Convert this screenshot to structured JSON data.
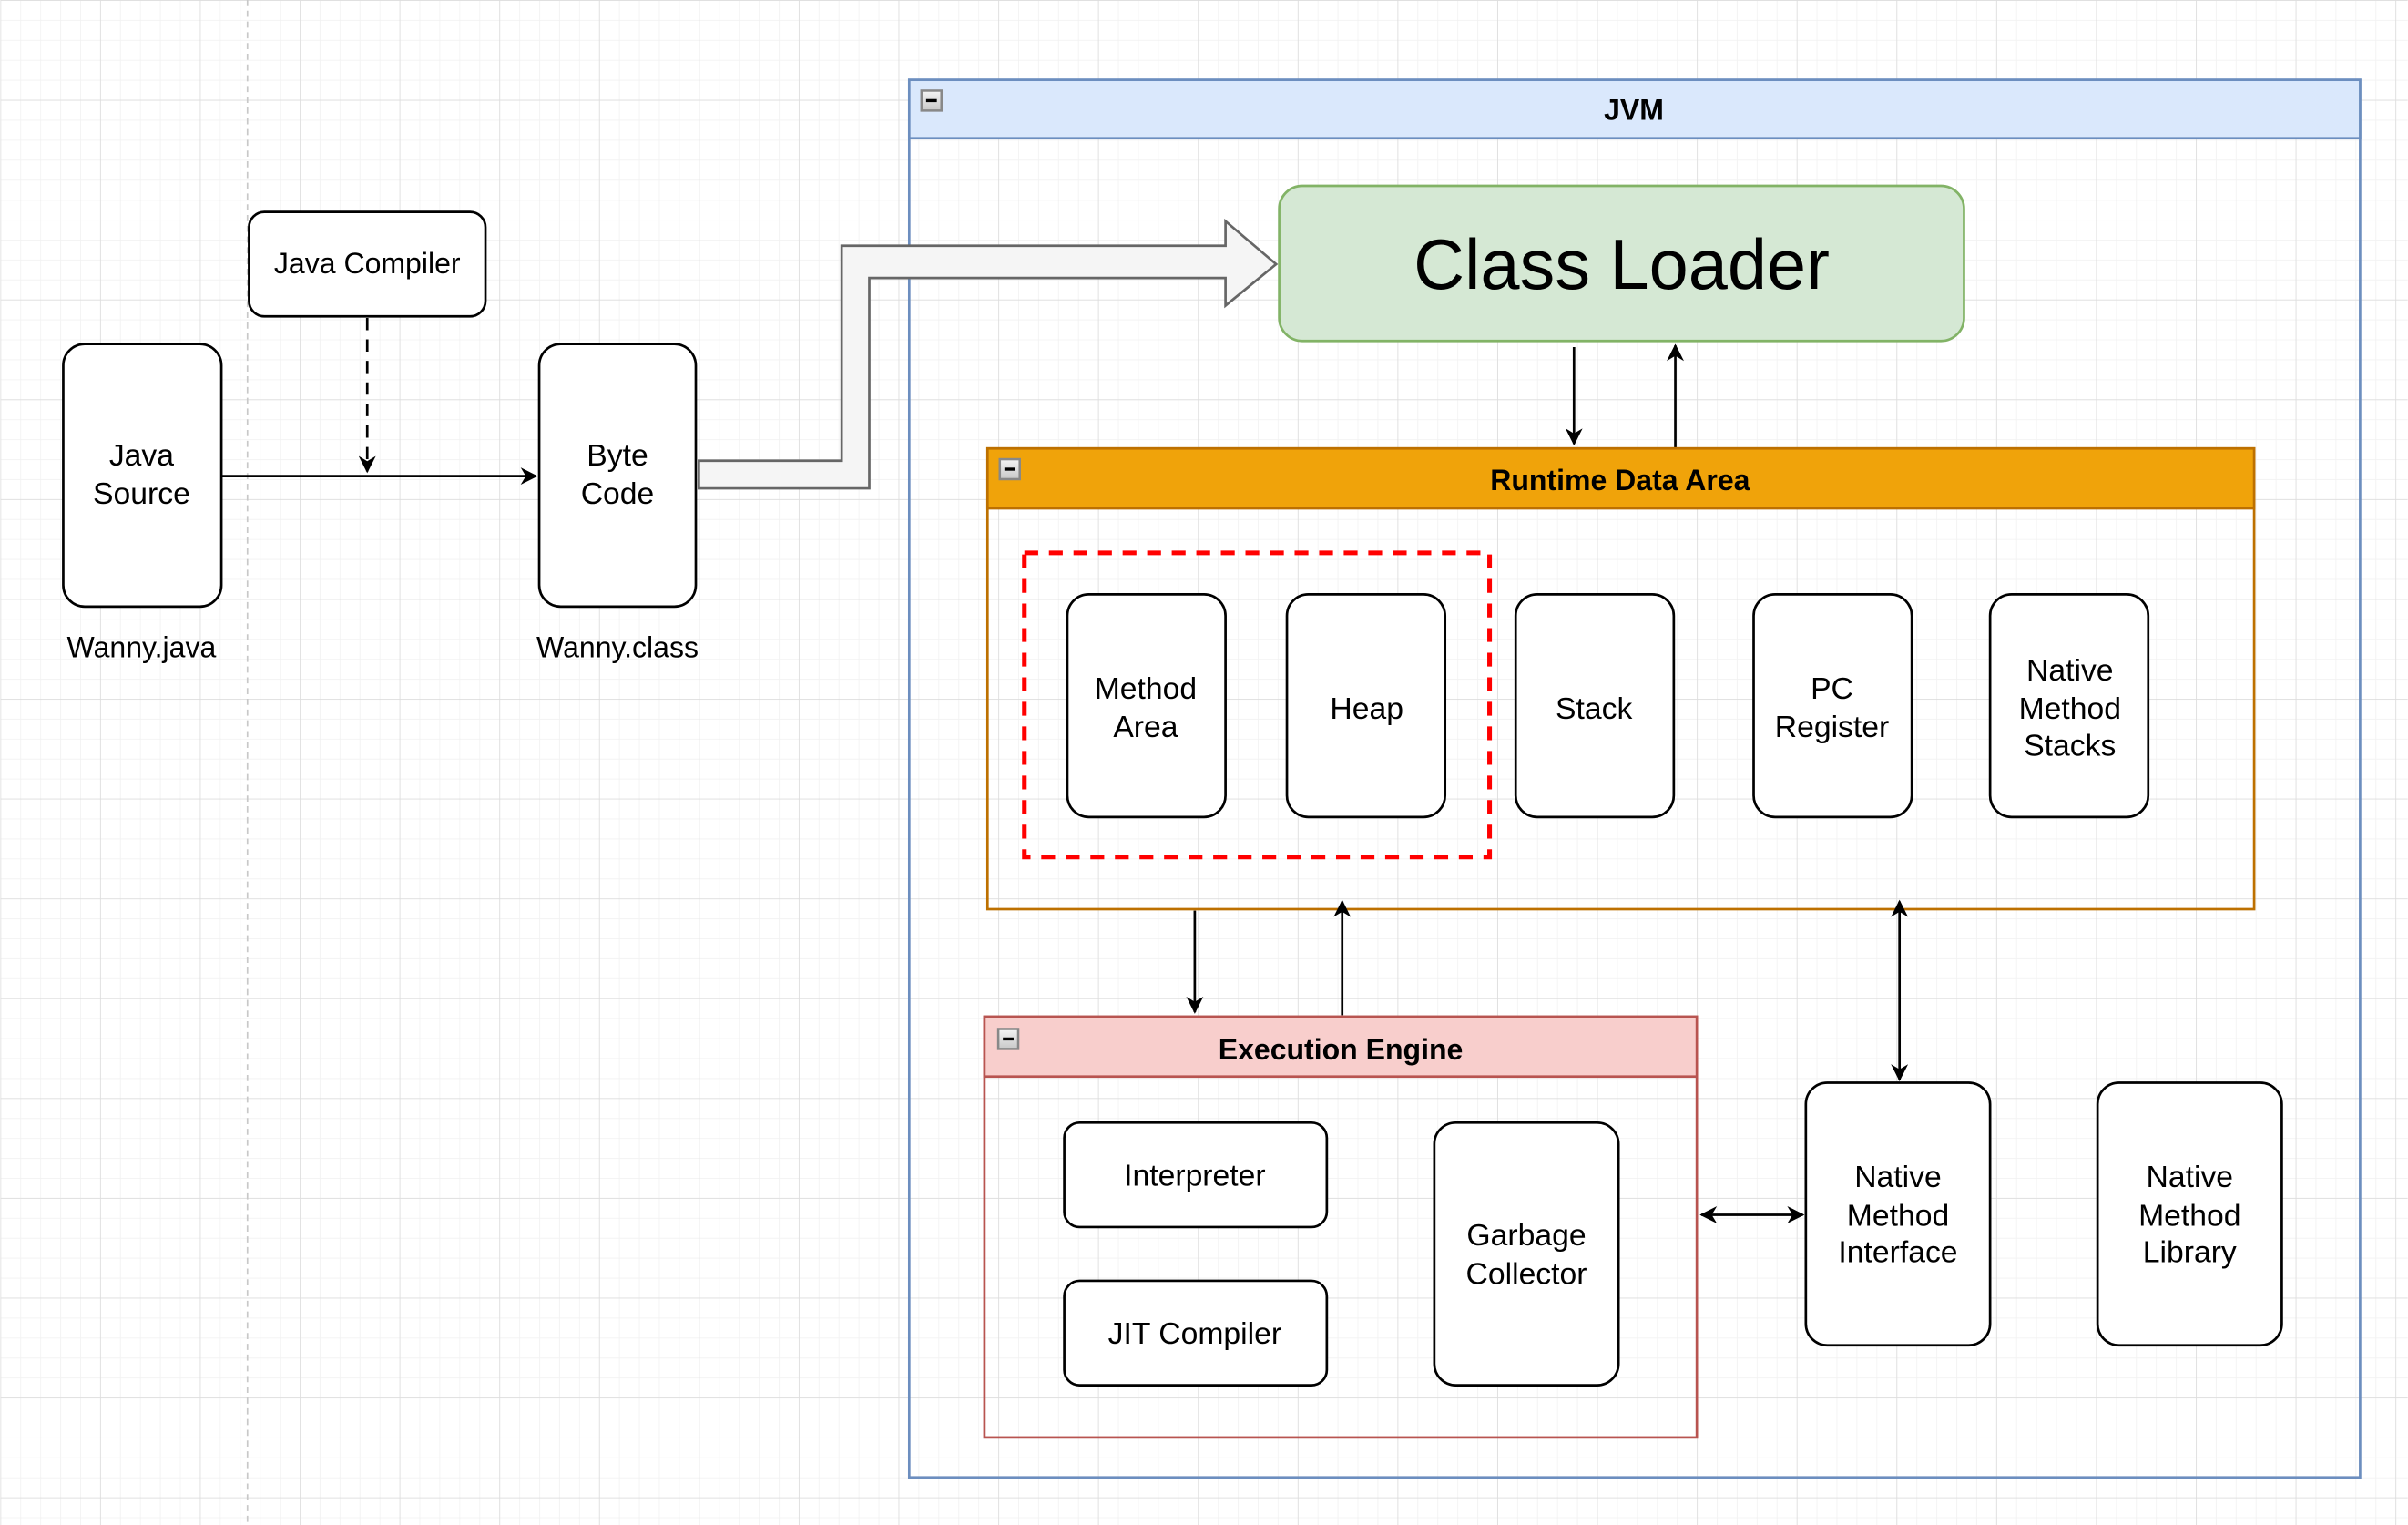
{
  "diagram": {
    "title": "JVM Architecture",
    "outside": {
      "java_source": {
        "lines": [
          "Java",
          "Source"
        ],
        "caption": "Wanny.java"
      },
      "java_compiler": {
        "label": "Java Compiler"
      },
      "byte_code": {
        "lines": [
          "Byte",
          "Code"
        ],
        "caption": "Wanny.class"
      }
    },
    "jvm": {
      "title": "JVM",
      "class_loader": {
        "label": "Class Loader"
      },
      "runtime_data_area": {
        "title": "Runtime Data Area",
        "items": [
          {
            "id": "method-area",
            "lines": [
              "Method",
              "Area"
            ],
            "highlighted": true
          },
          {
            "id": "heap",
            "lines": [
              "Heap"
            ],
            "highlighted": true
          },
          {
            "id": "stack",
            "lines": [
              "Stack"
            ],
            "highlighted": false
          },
          {
            "id": "pc-register",
            "lines": [
              "PC",
              "Register"
            ],
            "highlighted": false
          },
          {
            "id": "native-method-stacks",
            "lines": [
              "Native",
              "Method",
              "Stacks"
            ],
            "highlighted": false
          }
        ]
      },
      "execution_engine": {
        "title": "Execution Engine",
        "items": [
          {
            "id": "interpreter",
            "lines": [
              "Interpreter"
            ]
          },
          {
            "id": "jit-compiler",
            "lines": [
              "JIT Compiler"
            ]
          },
          {
            "id": "garbage-collector",
            "lines": [
              "Garbage",
              "Collector"
            ]
          }
        ]
      },
      "native_method_interface": {
        "lines": [
          "Native",
          "Method",
          "Interface"
        ]
      },
      "native_method_library": {
        "lines": [
          "Native",
          "Method",
          "Library"
        ]
      }
    },
    "colors": {
      "jvm_header": "#dae8fc",
      "jvm_border": "#6c8ebf",
      "class_loader_fill": "#d5e8d4",
      "class_loader_border": "#82b366",
      "runtime_header": "#f0a30a",
      "runtime_border": "#bd7000",
      "engine_header": "#f8cecc",
      "engine_border": "#b85450",
      "highlight_dash": "#ff0000",
      "block_arrow_fill": "#f5f5f5",
      "block_arrow_stroke": "#666666",
      "grid": "#e6e6e6"
    }
  }
}
